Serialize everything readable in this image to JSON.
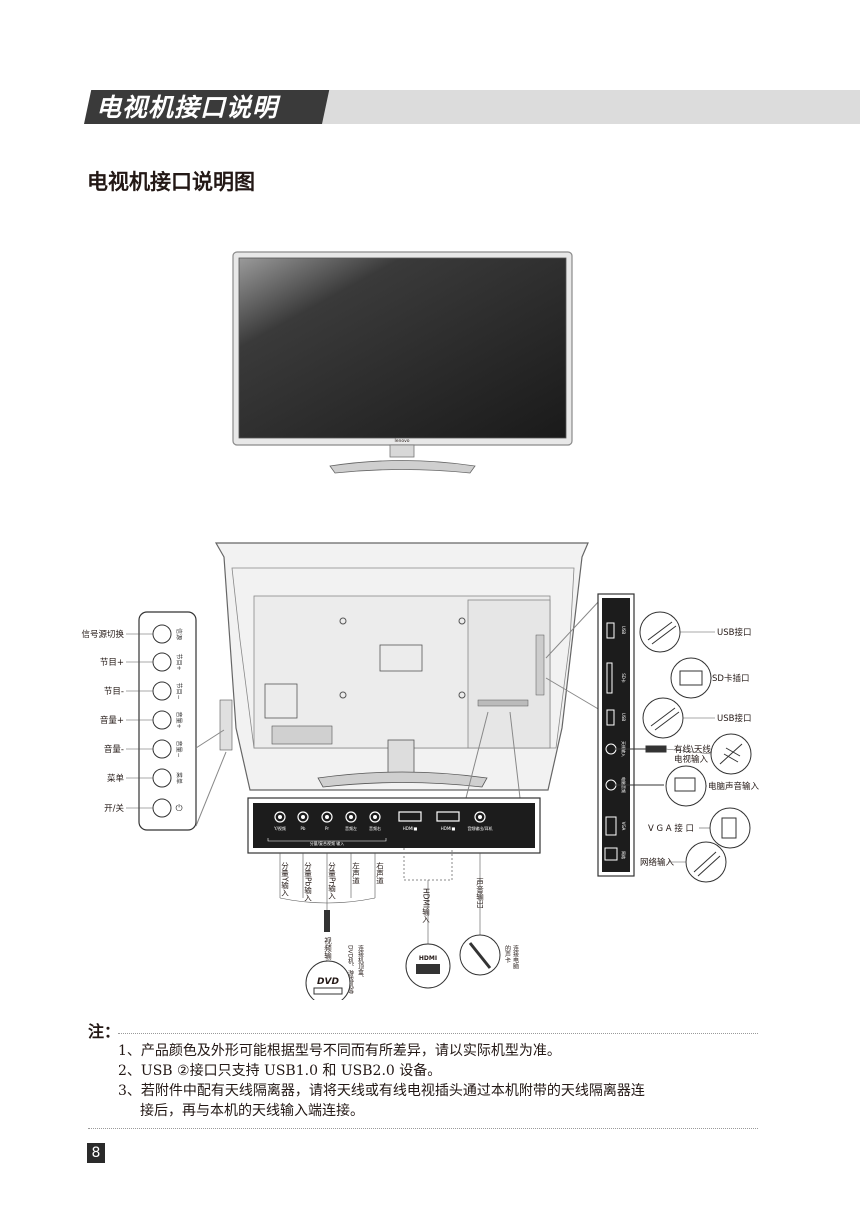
{
  "header": {
    "title": "电视机接口说明"
  },
  "subtitle": "电视机接口说明图",
  "tv_front": {
    "logo": "lenovo"
  },
  "side_panel": {
    "labels": [
      "信号源切换",
      "节目+",
      "节目-",
      "音量+",
      "音量-",
      "菜单",
      "开/关"
    ],
    "button_marks": [
      "信源",
      "节目+",
      "节目−",
      "音量+",
      "音量−",
      "菜单",
      "⏻"
    ]
  },
  "bottom_panel": {
    "port_labels": [
      "Y/视频",
      "Pb",
      "Pr",
      "音频左",
      "音频右",
      "HDMI■",
      "HDMI■",
      "音频输出/耳机"
    ],
    "group_label": "分量/复合视频 输入",
    "vertical_labels": [
      "分量Y输入",
      "分量Pb输入",
      "分量Pr输入",
      "左声道",
      "右声道"
    ],
    "video_input_label": "视频输入",
    "dvd_label": "DVD机、游戏机等",
    "dvd_label_connect": "连接机顶盒、",
    "dvd_logo": "DVD",
    "hdmi_label": "HDMI输入",
    "hdmi_logo": "HDMI",
    "audio_out_label": "声音输出",
    "audio_dest_label": "连接电脑",
    "audio_dest_label2": "的声卡"
  },
  "right_panel": {
    "labels": [
      "USB接口",
      "SD卡插口",
      "USB接口",
      "有线\\天线",
      "电视输入",
      "电脑声音输入",
      "V G A 接 口",
      "网络输入"
    ],
    "port_marks": [
      "USB",
      "SD卡",
      "USB",
      "天线输入",
      "电脑音频",
      "VGA",
      "网络"
    ]
  },
  "notes": {
    "heading": "注：",
    "items": [
      "1、产品颜色及外形可能根据型号不同而有所差异，请以实际机型为准。",
      "2、USB ②接口只支持 USB1.0 和 USB2.0 设备。",
      "3、若附件中配有天线隔离器，请将天线或有线电视插头通过本机附带的天线隔离器连",
      "接后，再与本机的天线输入端连接。"
    ]
  },
  "page_number": "8"
}
